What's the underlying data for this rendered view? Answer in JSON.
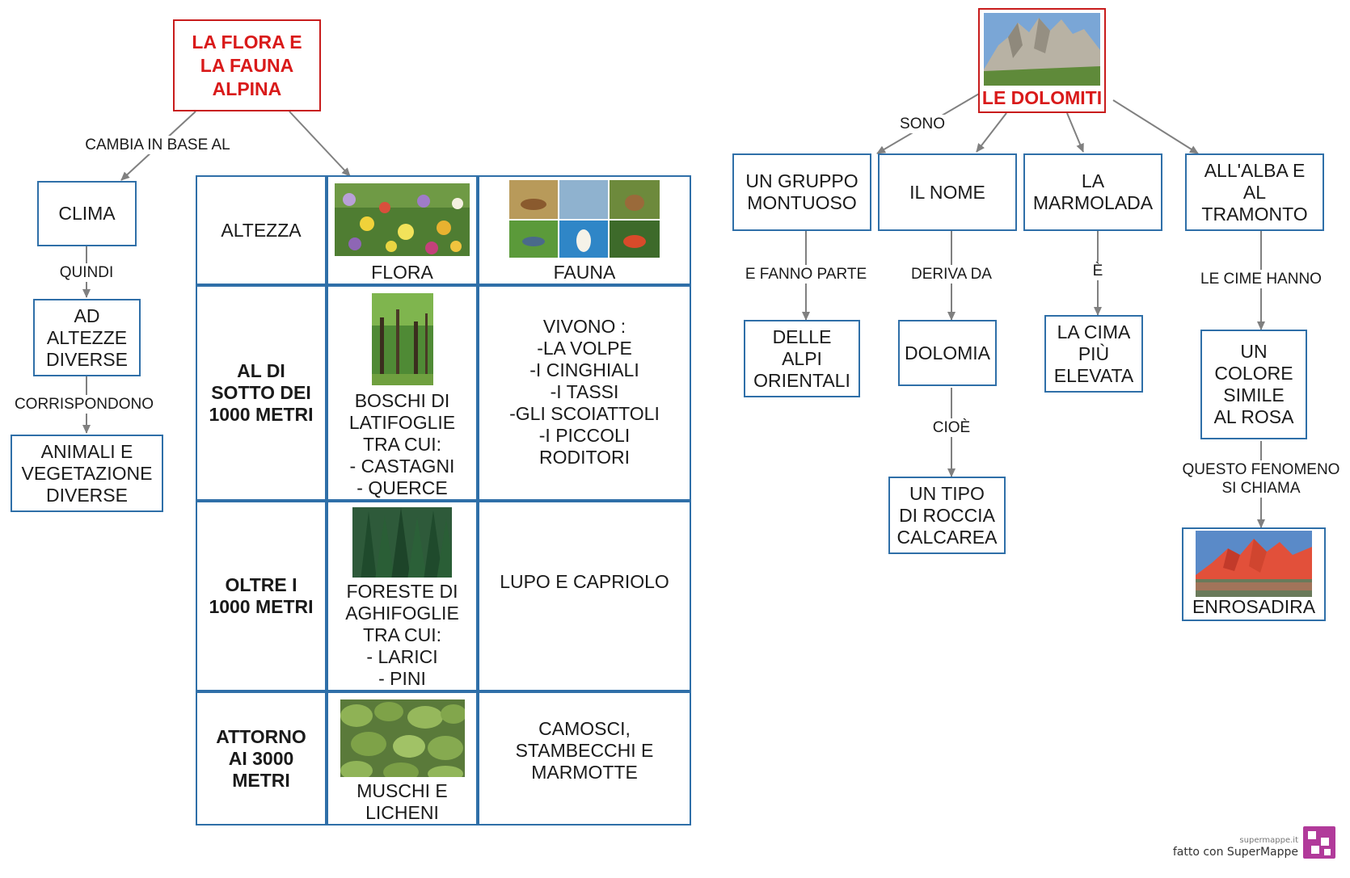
{
  "left_map": {
    "root": "LA FLORA E\nLA FAUNA\nALPINA",
    "edge_label_root": "CAMBIA IN BASE AL",
    "clima": "CLIMA",
    "edge_label_quindi": "QUINDI",
    "altezze": "AD\nALTEZZE\nDIVERSE",
    "edge_label_corrispondono": "CORRISPONDONO",
    "animali": "ANIMALI E\nVEGETAZIONE\nDIVERSE"
  },
  "table": {
    "header": {
      "altezza": "ALTEZZA",
      "flora": "FLORA",
      "fauna": "FAUNA"
    },
    "rows": [
      {
        "altezza": "AL DI\nSOTTO DEI\n1000 METRI",
        "flora": "BOSCHI DI\nLATIFOGLIE\nTRA CUI:\n- CASTAGNI\n- QUERCE",
        "fauna": "VIVONO :\n-LA VOLPE\n-I CINGHIALI\n-I TASSI\n-GLI SCOIATTOLI\n-I PICCOLI\nRODITORI"
      },
      {
        "altezza": "OLTRE I\n1000 METRI",
        "flora": "FORESTE DI\nAGHIFOGLIE\nTRA CUI:\n- LARICI\n- PINI",
        "fauna": "LUPO E CAPRIOLO"
      },
      {
        "altezza": "ATTORNO\nAI 3000\nMETRI",
        "flora": "MUSCHI E\nLICHENI",
        "fauna": "CAMOSCI,\nSTAMBECCHI E\nMARMOTTE"
      }
    ]
  },
  "right_map": {
    "root": "LE DOLOMITI",
    "edge_label_sono": "SONO",
    "gruppo": "UN GRUPPO\nMONTUOSO",
    "edge_label_fanno_parte": "E FANNO PARTE",
    "alpi": "DELLE\nALPI\nORIENTALI",
    "nome": "IL NOME",
    "edge_label_deriva": "DERIVA DA",
    "dolomia": "DOLOMIA",
    "edge_label_cioe": "CIOÈ",
    "roccia": "UN TIPO\nDI ROCCIA\nCALCAREA",
    "marmolada": "LA\nMARMOLADA",
    "edge_label_e": "È",
    "cima": "LA CIMA\nPIÙ\nELEVATA",
    "alba": "ALL'ALBA E\nAL\nTRAMONTO",
    "edge_label_cime": "LE CIME HANNO",
    "colore": "UN\nCOLORE\nSIMILE\nAL ROSA",
    "edge_label_fenomeno": "QUESTO FENOMENO\nSI CHIAMA",
    "enrosadira": "ENROSADIRA"
  },
  "footer": {
    "site": "supermappe.it",
    "made_with": "fatto con SuperMappe"
  },
  "colors": {
    "box_border": "#2f6fa8",
    "root_border": "#c81c1c",
    "root_text": "#d91a1a",
    "arrow": "#808080",
    "logo": "#b13a9a"
  }
}
